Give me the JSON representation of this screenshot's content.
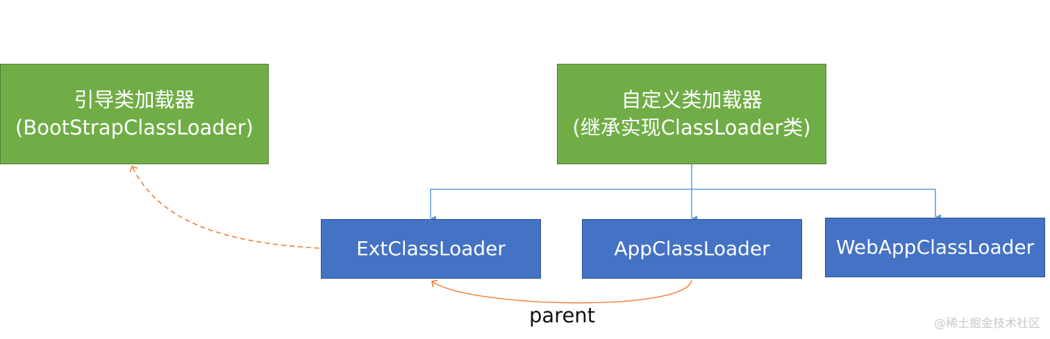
{
  "boxes": {
    "bootstrap": {
      "line1": "引导类加载器",
      "line2": "(BootStrapClassLoader)"
    },
    "custom": {
      "line1": "自定义类加载器",
      "line2": "(继承实现ClassLoader类)"
    },
    "ext": {
      "label": "ExtClassLoader"
    },
    "app": {
      "label": "AppClassLoader"
    },
    "webapp": {
      "label": "WebAppClassLoader"
    }
  },
  "edge_labels": {
    "parent": "parent"
  },
  "watermark": "@稀土掘金技术社区",
  "colors": {
    "green_fill": "#70ad47",
    "blue_fill": "#4472c4",
    "tree_line": "#5b9bd5",
    "dashed_arrow": "#ed7d31"
  }
}
